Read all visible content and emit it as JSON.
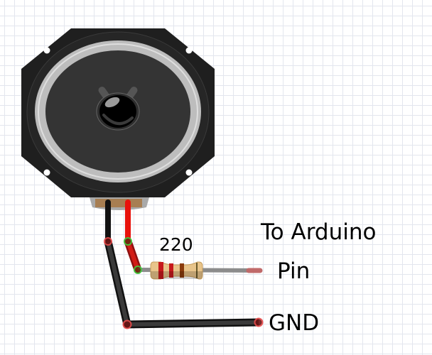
{
  "diagram": {
    "title": "Speaker wiring to Arduino",
    "components": {
      "speaker": {
        "name": "Speaker"
      },
      "resistor": {
        "value_label": "220",
        "bands": [
          "#c6191d",
          "#c6191d",
          "#8a3b0c"
        ],
        "body_color": "#e8c48a"
      }
    },
    "labels": {
      "resistor_value": "220",
      "arduino_line1": "To Arduino",
      "arduino_line2": "Pin",
      "ground": "GND"
    },
    "wires": [
      {
        "name": "black-wire",
        "color": "#111111"
      },
      {
        "name": "red-wire",
        "color": "#e8120c"
      },
      {
        "name": "ground-wire",
        "color": "#262626"
      },
      {
        "name": "resistor-lead",
        "color": "#8c8c8c"
      }
    ],
    "colors": {
      "grid": "#e3e6ee",
      "speaker_frame": "#1e1e1e",
      "speaker_cone": "#333333",
      "speaker_surround": "#c8c8c8",
      "endpoint_red": "#e84a4a",
      "endpoint_green": "#3ecf3e"
    }
  }
}
